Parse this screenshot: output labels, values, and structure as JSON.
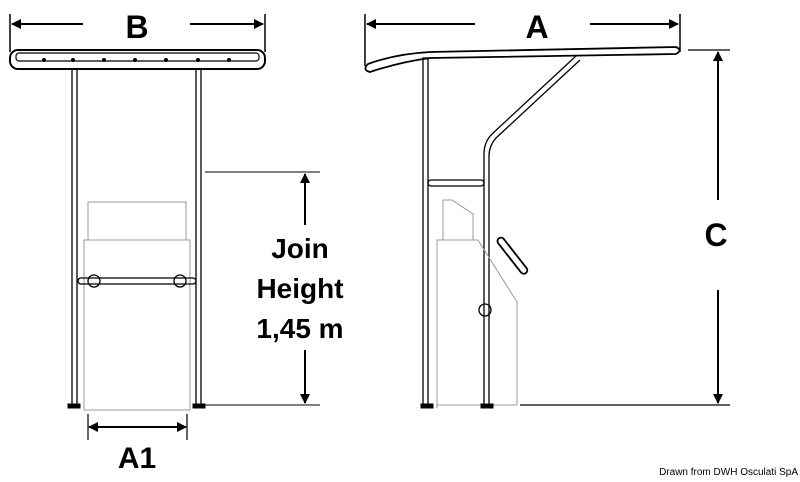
{
  "labels": {
    "b": "B",
    "a": "A",
    "c": "C",
    "a1": "A1",
    "join_line1": "Join",
    "join_line2": "Height",
    "join_line3": "1,45 m"
  },
  "credit": "Drawn from DWH Osculati SpA"
}
